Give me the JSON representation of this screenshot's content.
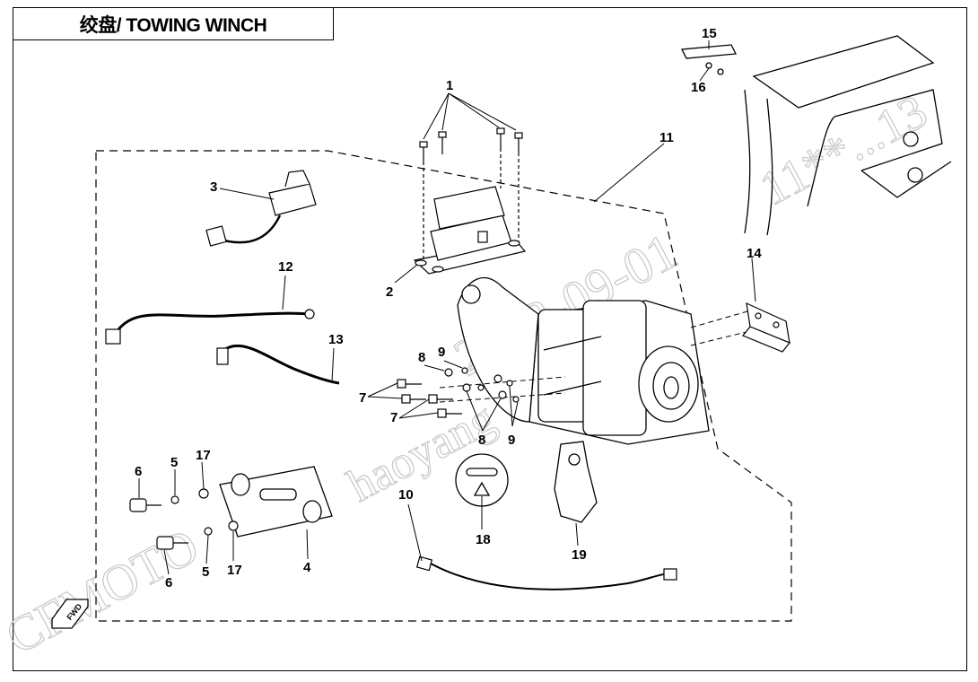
{
  "title": "绞盘/ TOWING WINCH",
  "callouts": {
    "c1": "1",
    "c2": "2",
    "c3": "3",
    "c4": "4",
    "c5a": "5",
    "c5b": "5",
    "c6a": "6",
    "c6b": "6",
    "c7a": "7",
    "c7b": "7",
    "c8a": "8",
    "c8b": "8",
    "c9a": "9",
    "c9b": "9",
    "c10": "10",
    "c11": "11",
    "c12": "12",
    "c13": "13",
    "c14": "14",
    "c15": "15",
    "c16": "16",
    "c17a": "17",
    "c17b": "17",
    "c18": "18",
    "c19": "19"
  },
  "watermark": {
    "date": "2023-09-01",
    "user": "haoyang",
    "brand": "CFMOTO",
    "code": "11**...13"
  },
  "fwd_label": "FWD",
  "colors": {
    "line": "#000000",
    "watermark": "#c8c8c8",
    "background": "#ffffff"
  }
}
